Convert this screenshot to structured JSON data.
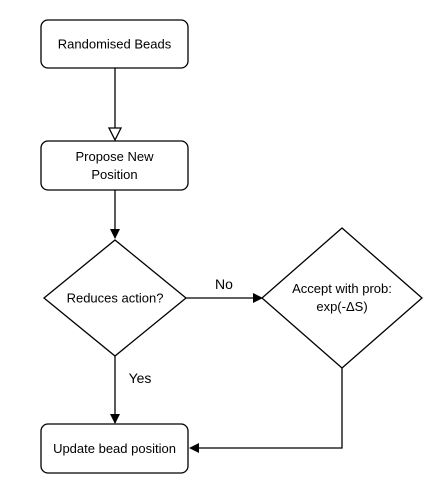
{
  "diagram": {
    "nodes": {
      "randomised_beads": {
        "label": "Randomised Beads"
      },
      "propose_new_position": {
        "label_line1": "Propose New",
        "label_line2": "Position"
      },
      "reduces_action": {
        "label": "Reduces action?"
      },
      "accept_with_prob": {
        "label_line1": "Accept with prob:",
        "label_line2": "exp(-ΔS)"
      },
      "update_bead_position": {
        "label": "Update bead position"
      }
    },
    "edges": {
      "no_label": "No",
      "yes_label": "Yes"
    }
  }
}
